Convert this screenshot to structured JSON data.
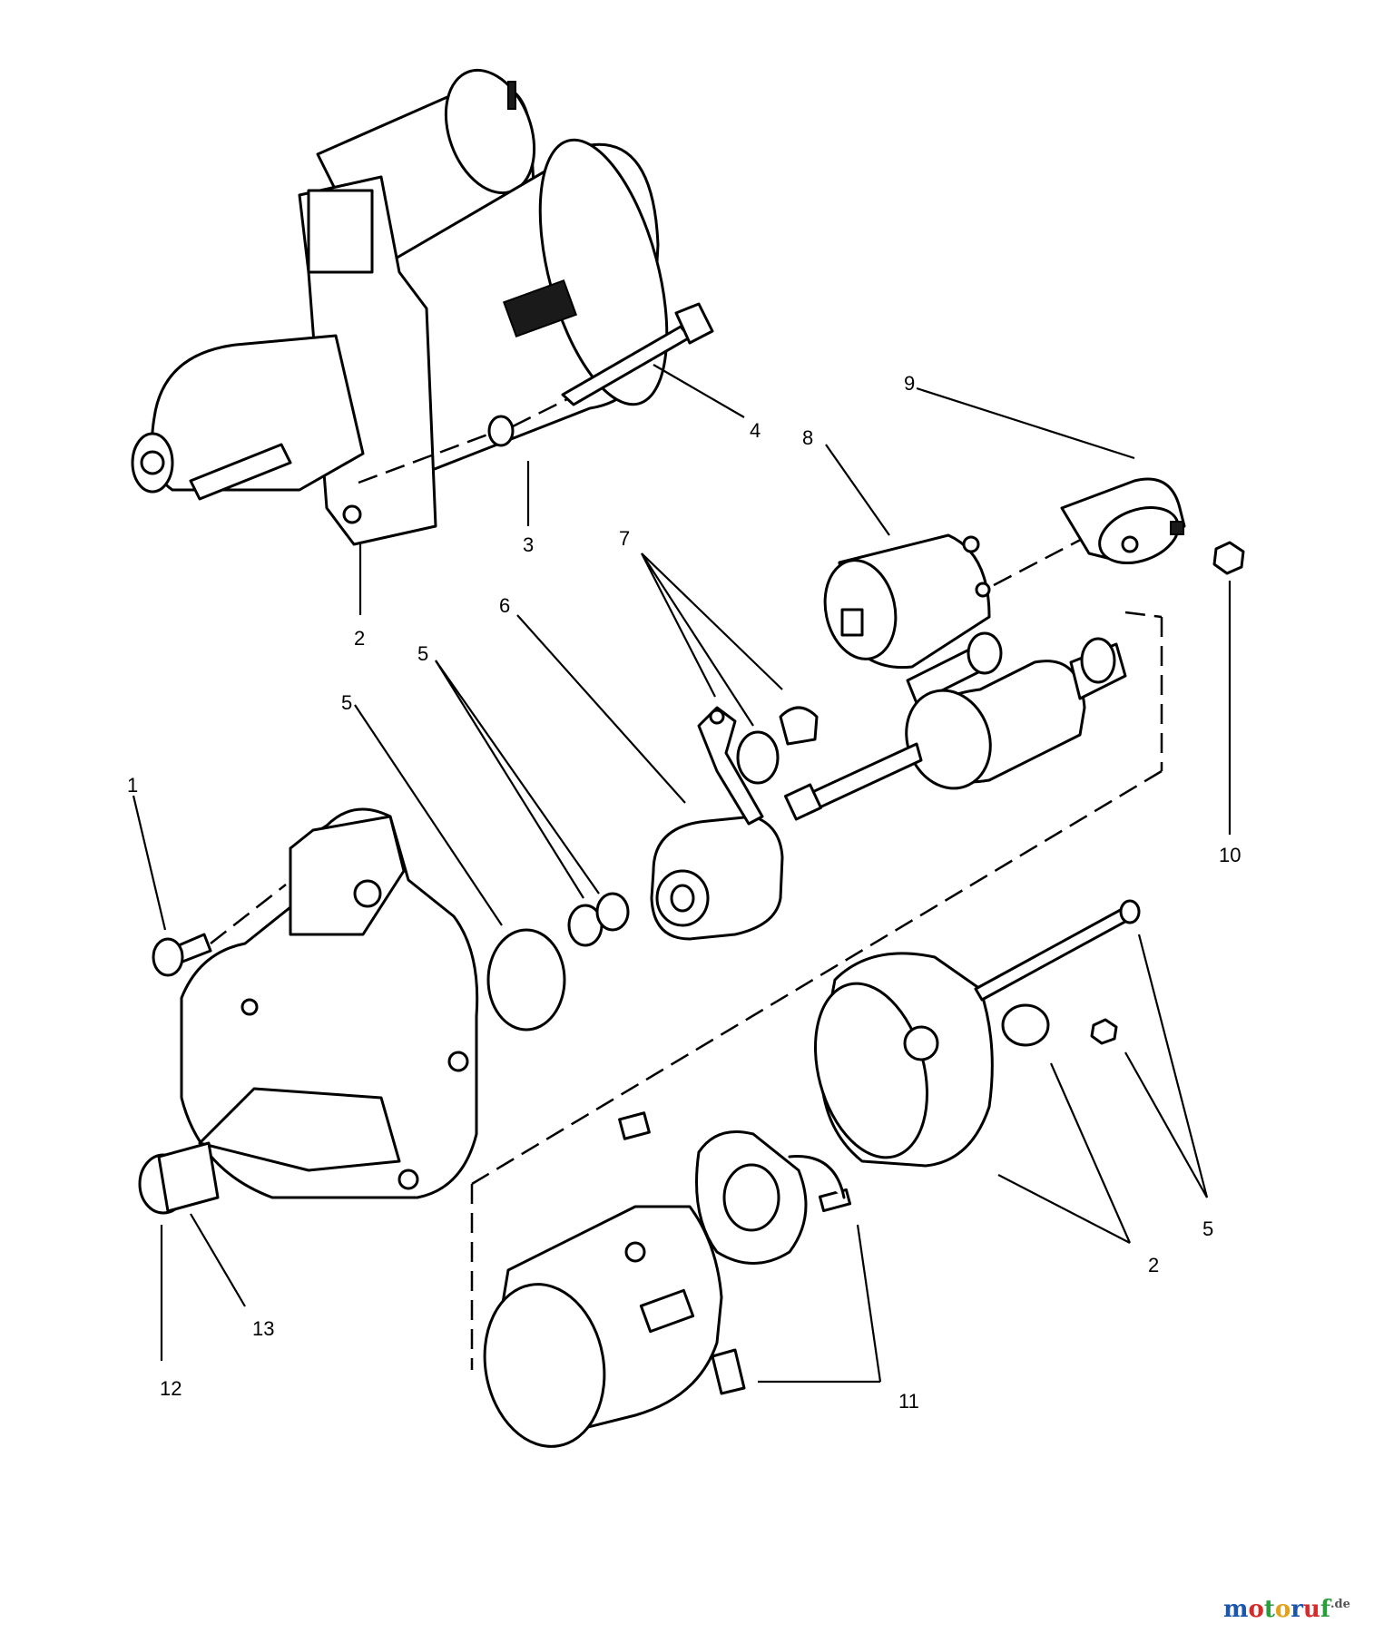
{
  "callouts": {
    "c1": "1",
    "c2_top": "2",
    "c2_bottom": "2",
    "c3": "3",
    "c4": "4",
    "c5_left": "5",
    "c5_mid": "5",
    "c5_right": "5",
    "c6": "6",
    "c7": "7",
    "c8": "8",
    "c9": "9",
    "c10": "10",
    "c11": "11",
    "c12": "12",
    "c13": "13"
  },
  "watermark": {
    "text": "motoruf",
    "suffix": ".de",
    "colors": [
      "#1a56b0",
      "#d62b2b",
      "#2a9d3c",
      "#e3a21a",
      "#1a56b0",
      "#d62b2b",
      "#2a9d3c"
    ]
  }
}
